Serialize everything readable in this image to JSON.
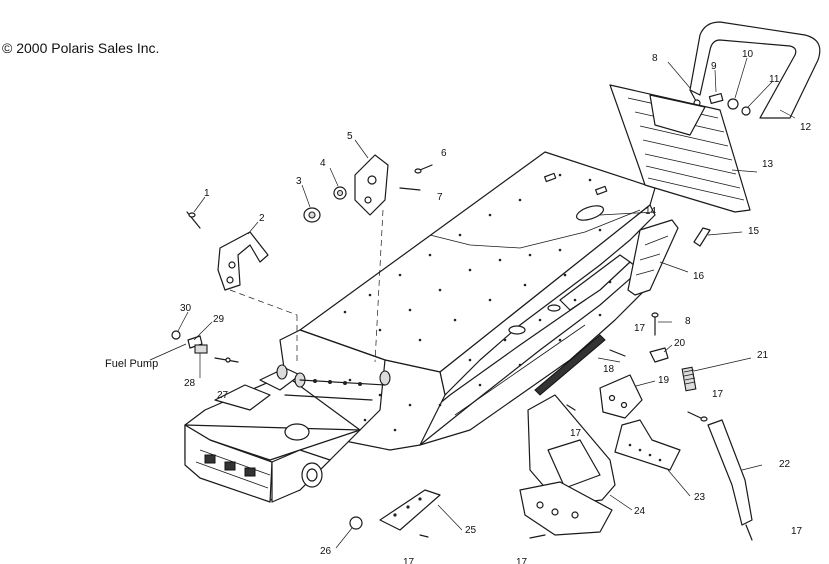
{
  "copyright": "© 2000 Polaris Sales Inc.",
  "fuel_pump_label": "Fuel Pump",
  "callouts": [
    {
      "id": "c1",
      "label": "1"
    },
    {
      "id": "c2",
      "label": "2"
    },
    {
      "id": "c3",
      "label": "3"
    },
    {
      "id": "c4",
      "label": "4"
    },
    {
      "id": "c5",
      "label": "5"
    },
    {
      "id": "c6",
      "label": "6"
    },
    {
      "id": "c7",
      "label": "7"
    },
    {
      "id": "c8a",
      "label": "8"
    },
    {
      "id": "c9",
      "label": "9"
    },
    {
      "id": "c10",
      "label": "10"
    },
    {
      "id": "c11",
      "label": "11"
    },
    {
      "id": "c12",
      "label": "12"
    },
    {
      "id": "c13",
      "label": "13"
    },
    {
      "id": "c14",
      "label": "14"
    },
    {
      "id": "c15",
      "label": "15"
    },
    {
      "id": "c16",
      "label": "16"
    },
    {
      "id": "c17a",
      "label": "17"
    },
    {
      "id": "c8b",
      "label": "8"
    },
    {
      "id": "c18",
      "label": "18"
    },
    {
      "id": "c20",
      "label": "20"
    },
    {
      "id": "c21",
      "label": "21"
    },
    {
      "id": "c19",
      "label": "19"
    },
    {
      "id": "c17b",
      "label": "17"
    },
    {
      "id": "c17c",
      "label": "17"
    },
    {
      "id": "c22",
      "label": "22"
    },
    {
      "id": "c23",
      "label": "23"
    },
    {
      "id": "c24",
      "label": "24"
    },
    {
      "id": "c17d",
      "label": "17"
    },
    {
      "id": "c25",
      "label": "25"
    },
    {
      "id": "c26",
      "label": "26"
    },
    {
      "id": "c17e",
      "label": "17"
    },
    {
      "id": "c17f",
      "label": "17"
    },
    {
      "id": "c30",
      "label": "30"
    },
    {
      "id": "c29",
      "label": "29"
    },
    {
      "id": "c28",
      "label": "28"
    },
    {
      "id": "c27",
      "label": "27"
    }
  ]
}
